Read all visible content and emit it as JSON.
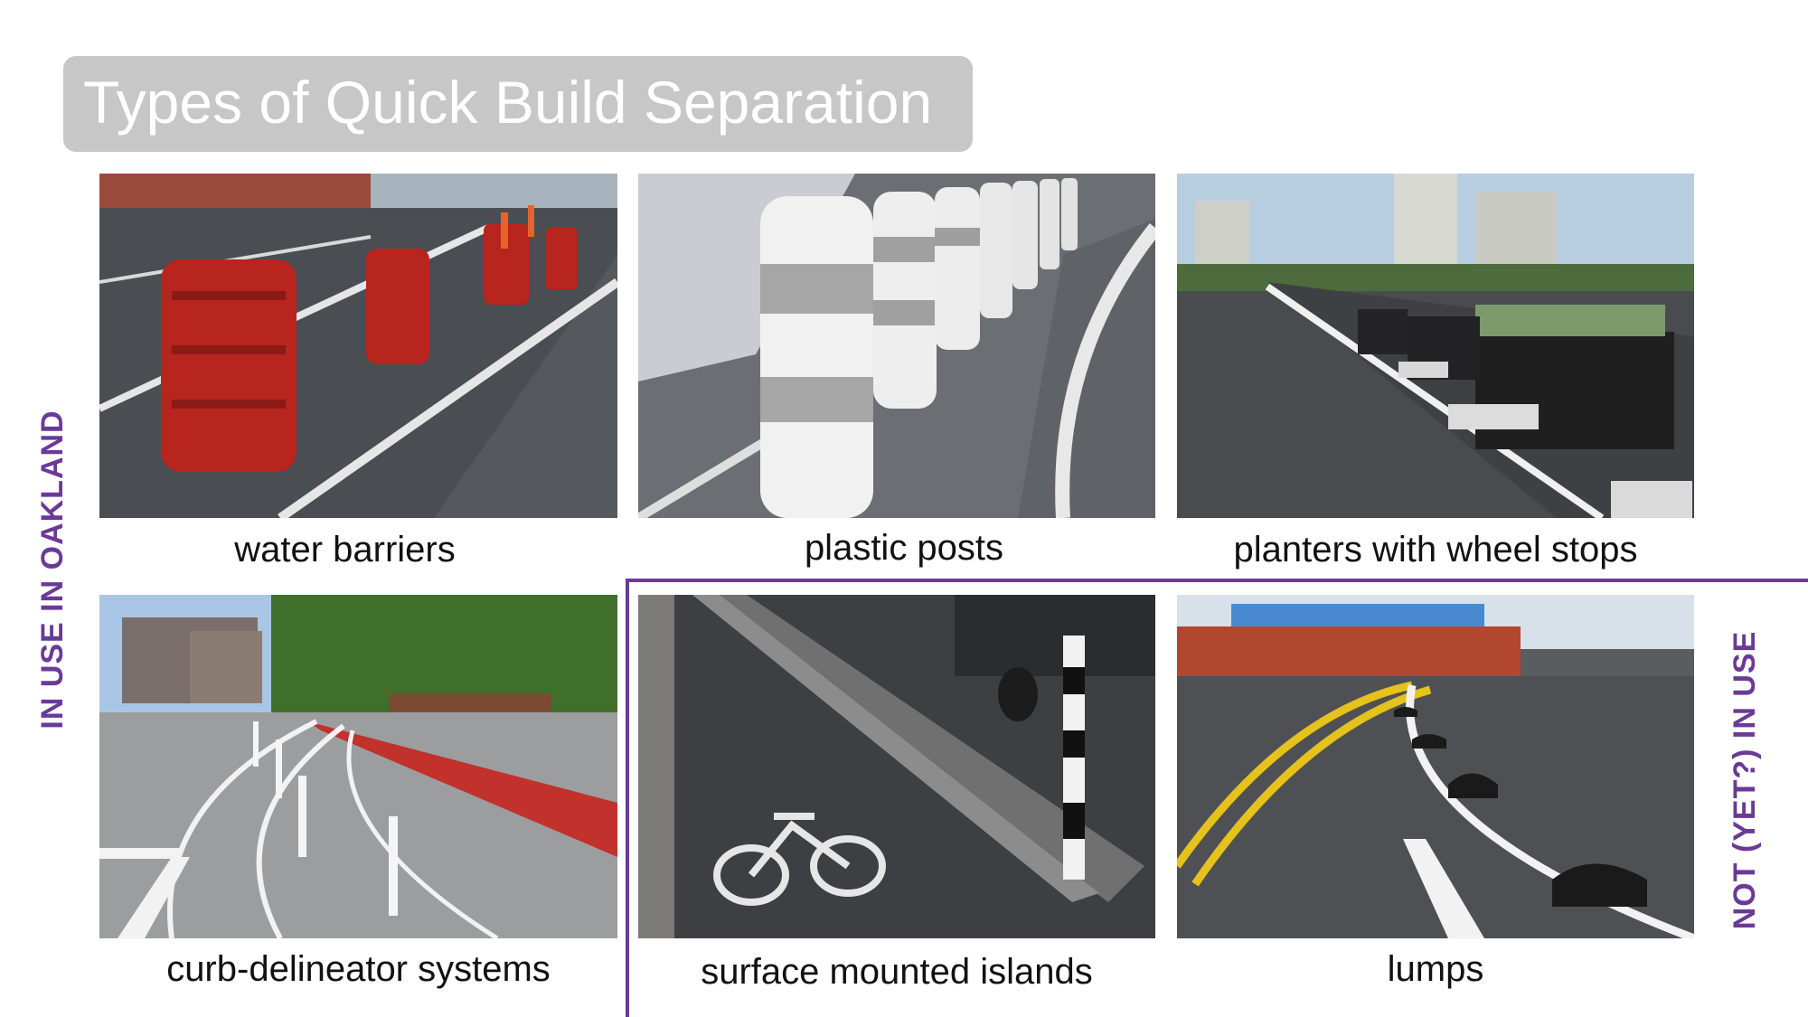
{
  "slide": {
    "title": "Types of Quick Build Separation",
    "left_label": "IN USE IN OAKLAND",
    "right_label": "NOT (YET?) IN USE",
    "accent_color": "#6a3a96",
    "title_box_color": "#c6c7c6"
  },
  "items": [
    {
      "caption": "water barriers"
    },
    {
      "caption": "plastic posts"
    },
    {
      "caption": "planters with wheel stops"
    },
    {
      "caption": "curb-delineator systems"
    },
    {
      "caption": "surface mounted islands"
    },
    {
      "caption": "lumps"
    }
  ]
}
